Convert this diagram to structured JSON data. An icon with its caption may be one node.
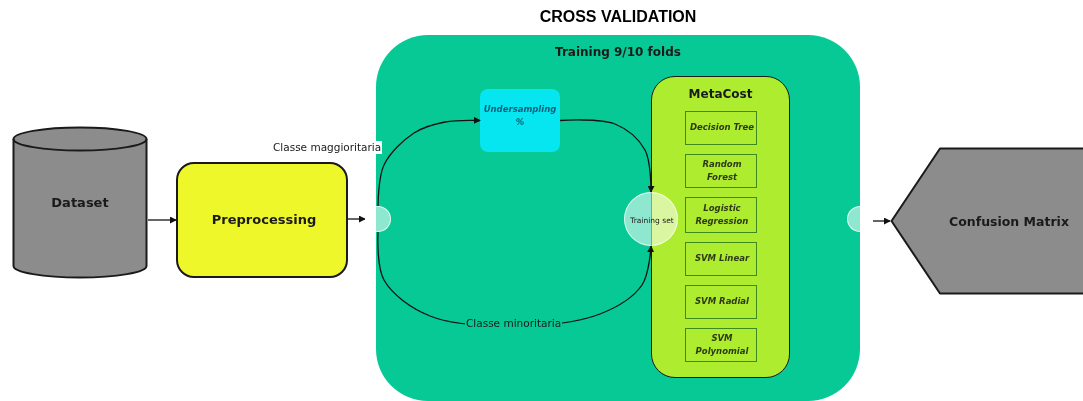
{
  "diagram": {
    "title": "CROSS VALIDATION",
    "nodes": [
      {
        "text": [
          "Dataset"
        ]
      },
      {
        "text": [
          "Preprocessing"
        ]
      },
      {
        "text": [
          "Training 9/10 folds"
        ]
      },
      {
        "text": [],
        "shape": "circle"
      },
      {
        "text": [
          "Undersampling %"
        ],
        "in": 2
      },
      {
        "text": [
          "MetaCost"
        ],
        "in": 2
      },
      {
        "text": [
          "Decision Tree"
        ],
        "in": 5
      },
      {
        "text": [
          "Random Forest"
        ],
        "in": 5
      },
      {
        "text": [
          "Logistic Regression"
        ],
        "in": 5
      },
      {
        "text": [
          "SVM Linear"
        ],
        "in": 5
      },
      {
        "text": [
          "SVM Radial"
        ],
        "in": 5
      },
      {
        "text": [
          "SVM Polynomial"
        ],
        "in": 5
      },
      {
        "text": [
          "Training set"
        ],
        "in": 2
      },
      {
        "text": [],
        "shape": "circle"
      },
      {
        "text": [
          "Confusion Matrix"
        ]
      }
    ],
    "edges": [
      {
        "from": 0,
        "to": 1,
        "arrow": "to"
      },
      {
        "from": 1,
        "to": 3,
        "arrow": "to"
      },
      {
        "from": 3,
        "to": 4,
        "arrow": "to",
        "label": "Classe maggioritaria"
      },
      {
        "from": 4,
        "to": 12,
        "arrow": "to"
      },
      {
        "from": 3,
        "to": 12,
        "arrow": "to",
        "label": "Classe minoritaria"
      },
      {
        "from": 13,
        "to": 14,
        "arrow": "to"
      }
    ]
  }
}
